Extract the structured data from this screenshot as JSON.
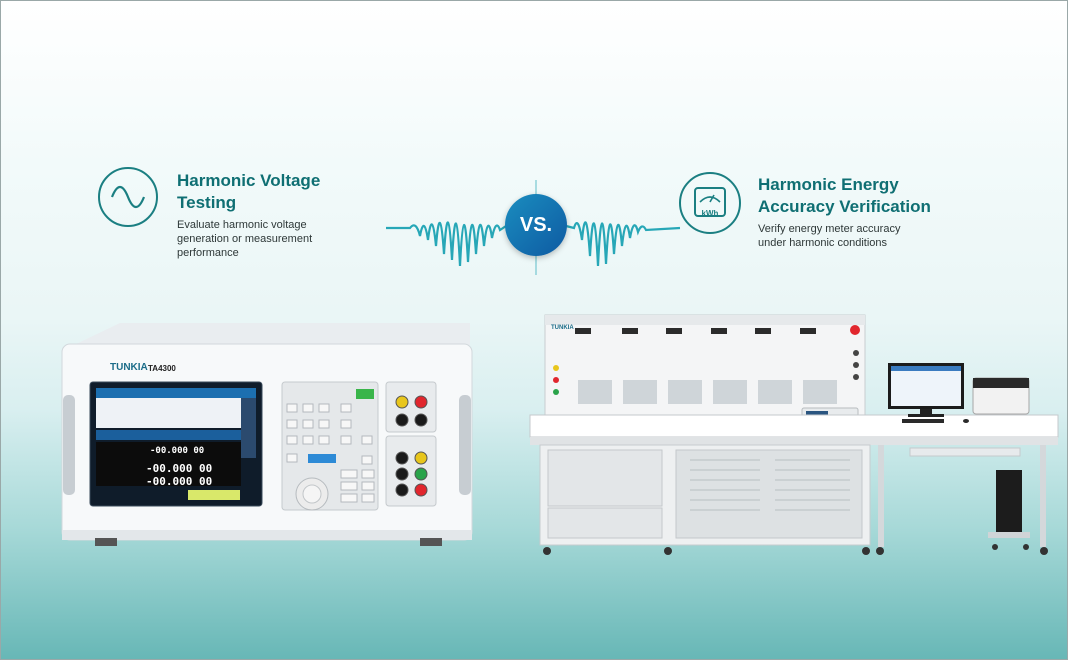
{
  "left_panel": {
    "title": "Harmonic Voltage\nTesting",
    "description": "Evaluate harmonic voltage\ngeneration or measurement\nperformance",
    "icon": "sine-wave-icon"
  },
  "vs_label": "VS.",
  "right_panel": {
    "title": "Harmonic Energy\nAccuracy Verification",
    "description": "Verify energy meter accuracy\nunder harmonic conditions",
    "icon": "energy-meter-icon",
    "icon_text": "kWh"
  },
  "instrument": {
    "brand": "TUNKIA",
    "model": "TA4300",
    "screen_value_1": "-00.000 00",
    "screen_value_2": "-00.000 00",
    "screen_value_3": "-00.000 00"
  },
  "test_bench": {
    "brand": "TUNKIA"
  },
  "colors": {
    "accent": "#0f6f73",
    "vs_blue": "#0e5aa2",
    "wave": "#27a7b7"
  }
}
